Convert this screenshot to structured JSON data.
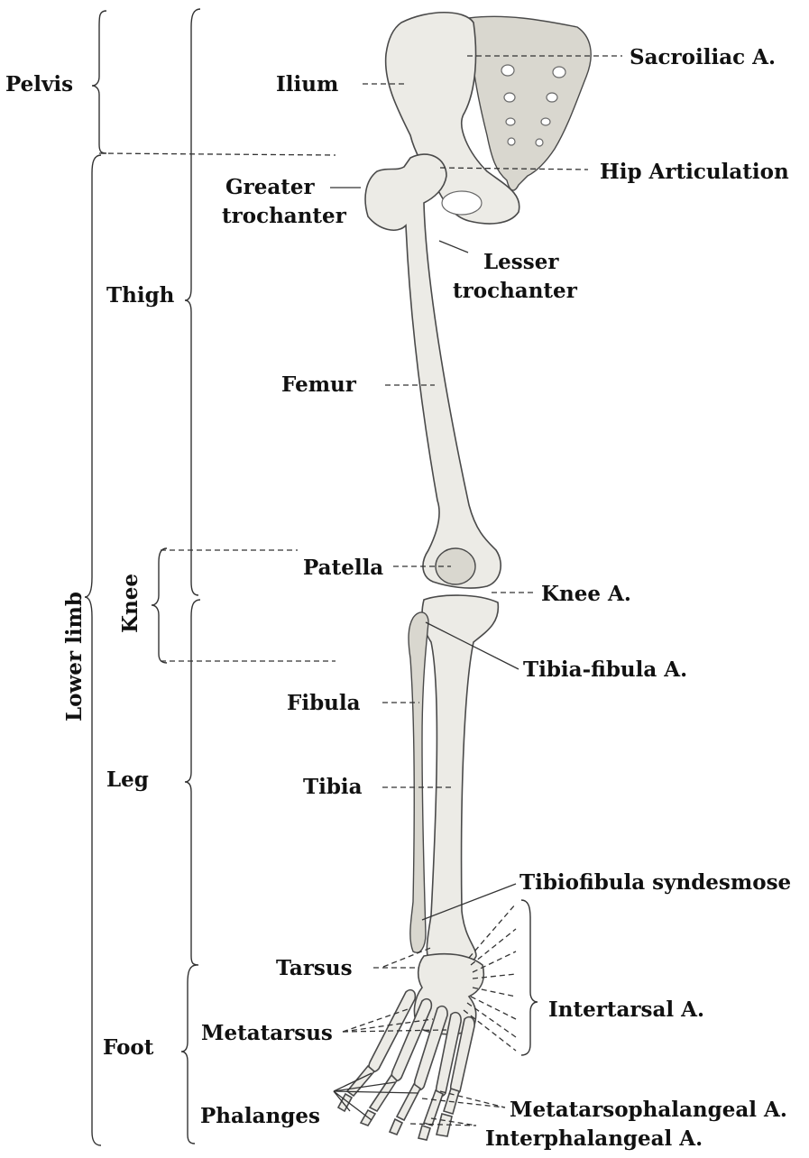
{
  "regions": {
    "pelvis": "Pelvis",
    "thigh": "Thigh",
    "knee": "Knee",
    "leg": "Leg",
    "foot": "Foot",
    "lower_limb": "Lower limb"
  },
  "bones": {
    "ilium": "Ilium",
    "greater_trochanter_1": "Greater",
    "greater_trochanter_2": "trochanter",
    "lesser_trochanter_1": "Lesser",
    "lesser_trochanter_2": "trochanter",
    "femur": "Femur",
    "patella": "Patella",
    "fibula": "Fibula",
    "tibia": "Tibia",
    "tarsus": "Tarsus",
    "metatarsus": "Metatarsus",
    "phalanges": "Phalanges"
  },
  "articulations": {
    "sacroiliac": "Sacroiliac A.",
    "hip": "Hip Articulation",
    "knee": "Knee A.",
    "tibia_fibula": "Tibia-fibula A.",
    "tibiofibula_syndesmose": "Tibiofibula syndesmose",
    "intertarsal": "Intertarsal A.",
    "metatarsophalangeal": "Metatarsophalangeal A.",
    "interphalangeal": "Interphalangeal A."
  }
}
